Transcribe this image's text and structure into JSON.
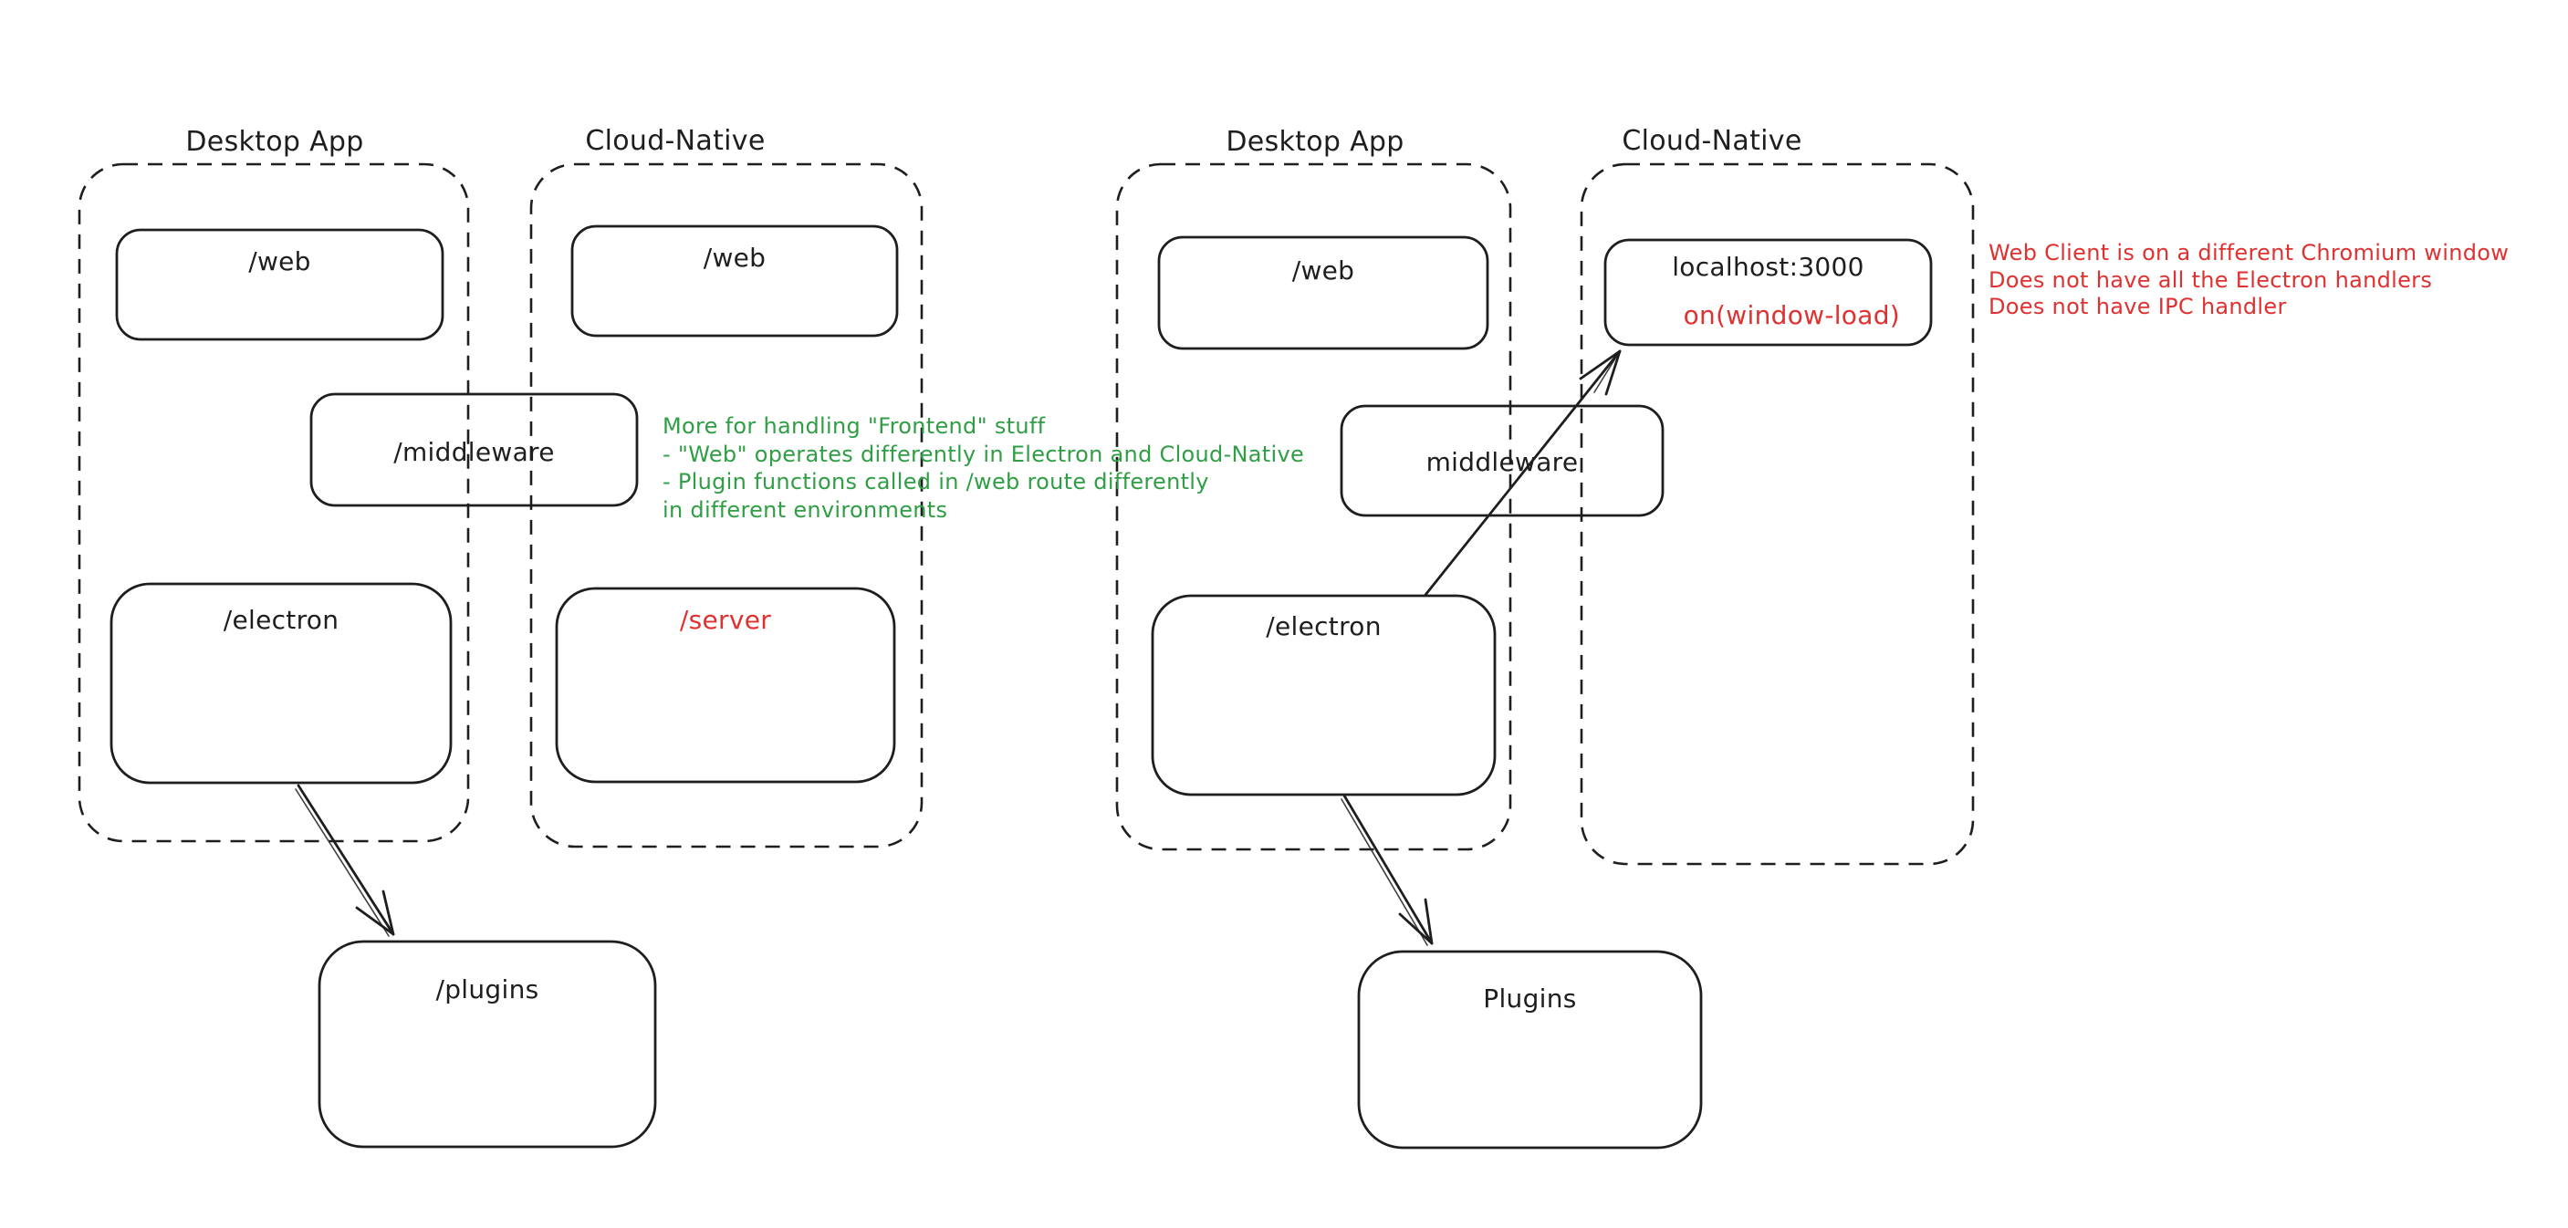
{
  "canvas": {
    "background_color": "#ffffff",
    "ink_color": "#1e1e1e",
    "green_color": "#2f9e44",
    "red_color": "#e03131"
  },
  "diagram_left": {
    "desktop_label": "Desktop App",
    "cloud_label": "Cloud-Native",
    "web_desktop_label": "/web",
    "web_cloud_label": "/web",
    "middleware_label": "/middleware",
    "electron_label": "/electron",
    "server_label": "/server",
    "plugins_label": "/plugins",
    "note_lines": [
      "More for handling \"Frontend\" stuff",
      "- \"Web\" operates differently in Electron and Cloud-Native",
      "- Plugin functions called in /web route differently",
      "in different environments"
    ]
  },
  "diagram_right": {
    "desktop_label": "Desktop App",
    "cloud_label": "Cloud-Native",
    "web_desktop_label": "/web",
    "localhost_label": "localhost:3000",
    "window_load_label": "on(window-load)",
    "middleware_label": "middleware",
    "electron_label": "/electron",
    "plugins_label": "Plugins",
    "note_lines": [
      "Web Client is on a different Chromium window",
      "Does not have all the Electron handlers",
      "Does not have IPC handler"
    ]
  }
}
